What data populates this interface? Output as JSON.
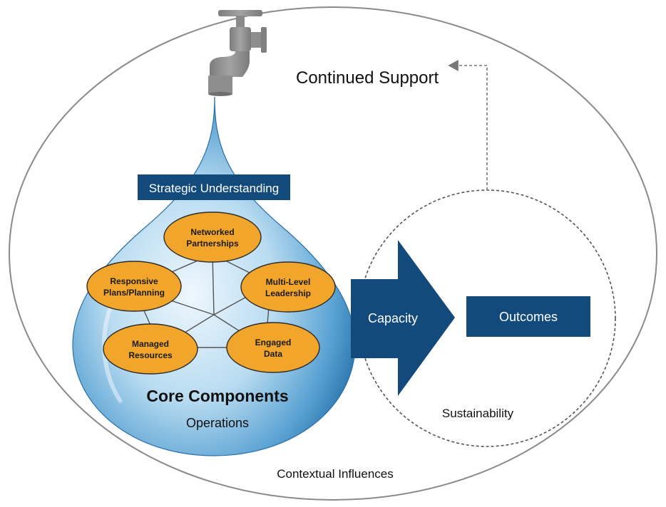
{
  "labels": {
    "continued_support": "Continued Support",
    "strategic_understanding": "Strategic Understanding",
    "core_components": "Core Components",
    "operations": "Operations",
    "capacity": "Capacity",
    "outcomes": "Outcomes",
    "sustainability": "Sustainability",
    "contextual_influences": "Contextual Influences"
  },
  "components": [
    {
      "line1": "Networked",
      "line2": "Partnerships"
    },
    {
      "line1": "Multi-Level",
      "line2": "Leadership"
    },
    {
      "line1": "Engaged",
      "line2": "Data"
    },
    {
      "line1": "Managed",
      "line2": "Resources"
    },
    {
      "line1": "Responsive",
      "line2": "Plans/Planning"
    }
  ],
  "colors": {
    "navy": "#134a7c",
    "ellipse_fill": "#f1a52a",
    "ellipse_stroke": "#2b2b2b",
    "outline_gray": "#8a8a8a",
    "faucet_gray": "#8c8c8c",
    "drop_light": "#e6f3fb",
    "drop_dark": "#2f7fb8"
  }
}
